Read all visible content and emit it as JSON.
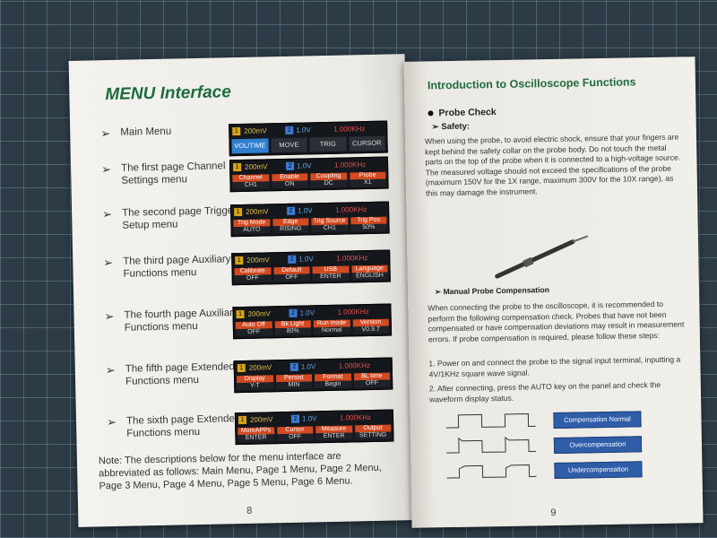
{
  "left_page": {
    "title": "MENU Interface",
    "arrow": "➢",
    "rows": [
      {
        "label": "Main Menu",
        "type": "main",
        "ch1": "200mV",
        "ch2": "1.0V",
        "freq": "1.000KHz",
        "buttons": [
          "VOL/TIME",
          "MOVE",
          "TRIG",
          "CURSOR"
        ]
      },
      {
        "label": "The first page Channel Settings menu",
        "type": "page",
        "ch1": "200mV",
        "ch2": "1.0V",
        "freq": "1.000KHz",
        "buttons": [
          {
            "t": "Channel",
            "b": "CH1"
          },
          {
            "t": "Enable",
            "b": "ON"
          },
          {
            "t": "Coupling",
            "b": "DC"
          },
          {
            "t": "Probe",
            "b": "X1"
          }
        ]
      },
      {
        "label": "The second page Trigger Setup menu",
        "type": "page",
        "ch1": "200mV",
        "ch2": "1.0V",
        "freq": "1.000KHz",
        "buttons": [
          {
            "t": "Trig Mode",
            "b": "AUTO"
          },
          {
            "t": "Edge",
            "b": "RISING"
          },
          {
            "t": "Trig Source",
            "b": "CH1"
          },
          {
            "t": "Trig Pos",
            "b": "50%"
          }
        ]
      },
      {
        "label": "The third page Auxiliary Functions menu",
        "type": "page",
        "ch1": "200mV",
        "ch2": "1.0V",
        "freq": "1.000KHz",
        "buttons": [
          {
            "t": "Calibrate",
            "b": "OFF"
          },
          {
            "t": "Default",
            "b": "OFF"
          },
          {
            "t": "USB",
            "b": "ENTER"
          },
          {
            "t": "Language",
            "b": "ENGLISH"
          }
        ]
      },
      {
        "label": "The fourth page Auxiliary Functions menu",
        "type": "page",
        "ch1": "200mV",
        "ch2": "1.0V",
        "freq": "1.000KHz",
        "buttons": [
          {
            "t": "Auto Off",
            "b": "OFF"
          },
          {
            "t": "Bk Light",
            "b": "80%"
          },
          {
            "t": "Run mode",
            "b": "Normal"
          },
          {
            "t": "Version",
            "b": "V0.9.7"
          }
        ]
      },
      {
        "label": "The fifth page Extended Functions menu",
        "type": "page",
        "ch1": "200mV",
        "ch2": "1.0V",
        "freq": "1.000KHz",
        "buttons": [
          {
            "t": "Display",
            "b": "Y-T"
          },
          {
            "t": "Persist",
            "b": "MIN"
          },
          {
            "t": "Format",
            "b": "Begin"
          },
          {
            "t": "BL time",
            "b": "OFF"
          }
        ]
      },
      {
        "label": "The sixth page Extended Functions menu",
        "type": "page",
        "ch1": "200mV",
        "ch2": "1.0V",
        "freq": "1.000KHz",
        "buttons": [
          {
            "t": "MoreAPPs",
            "b": "ENTER"
          },
          {
            "t": "Cursor",
            "b": "OFF"
          },
          {
            "t": "Measure",
            "b": "ENTER"
          },
          {
            "t": "Output",
            "b": "SETTING"
          }
        ]
      }
    ],
    "note": "Note: The descriptions below for the menu interface are abbreviated as follows: Main Menu, Page 1 Menu, Page 2 Menu, Page 3 Menu, Page 4 Menu, Page 5 Menu, Page 6 Menu.",
    "page_number": "8"
  },
  "right_page": {
    "title": "Introduction to Oscilloscope Functions",
    "probe_check": "Probe Check",
    "safety": "Safety:",
    "safety_text": "When using the probe, to avoid electric shock, ensure that your fingers are kept behind the safety collar on the probe body. Do not touch the metal parts on the top of the probe when it is connected to a high-voltage source. The measured voltage should not exceed the specifications of the probe (maximum 150V for the 1X range, maximum 300V for the 10X range), as this may damage the instrument.",
    "manual_head": "Manual Probe Compensation",
    "manual_text": "When connecting the probe to the oscilloscope, it is recommended to perform the following compensation check. Probes that have not been compensated or have compensation deviations may result in measurement errors. If probe compensation is required, please follow these steps:",
    "step1": "1. Power on and connect the probe to the signal input terminal, inputting a 4V/1KHz square wave signal.",
    "step2": "2. After connecting, press the AUTO key on the panel and check the waveform display status.",
    "comp_labels": [
      "Compensation Normal",
      "Overcompensation",
      "Undercompensation"
    ],
    "page_number": "9"
  }
}
